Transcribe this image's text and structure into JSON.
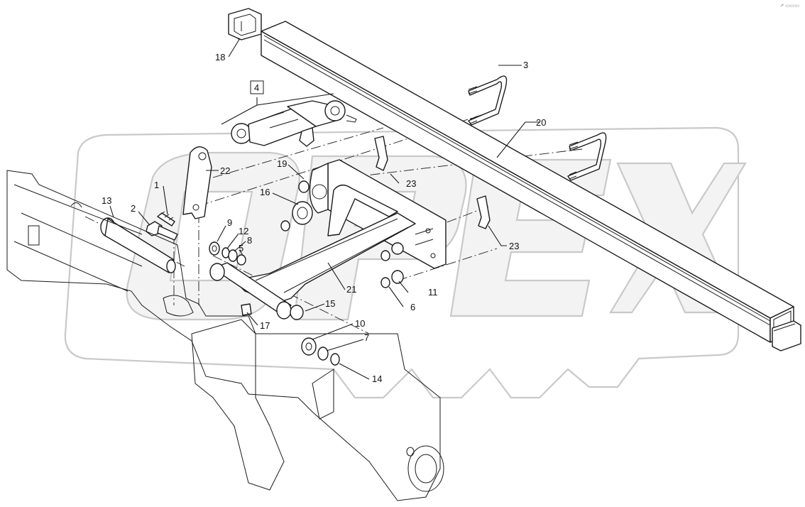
{
  "watermark": {
    "text": "OPEX"
  },
  "corner_mark": {
    "text": "↗ ▭▭▭"
  },
  "group_label": "4",
  "callouts": [
    "1",
    "2",
    "3",
    "5",
    "6",
    "7",
    "8",
    "9",
    "10",
    "11",
    "12",
    "13",
    "14",
    "15",
    "16",
    "17",
    "18",
    "19",
    "20",
    "21",
    "22",
    "23",
    "23"
  ]
}
